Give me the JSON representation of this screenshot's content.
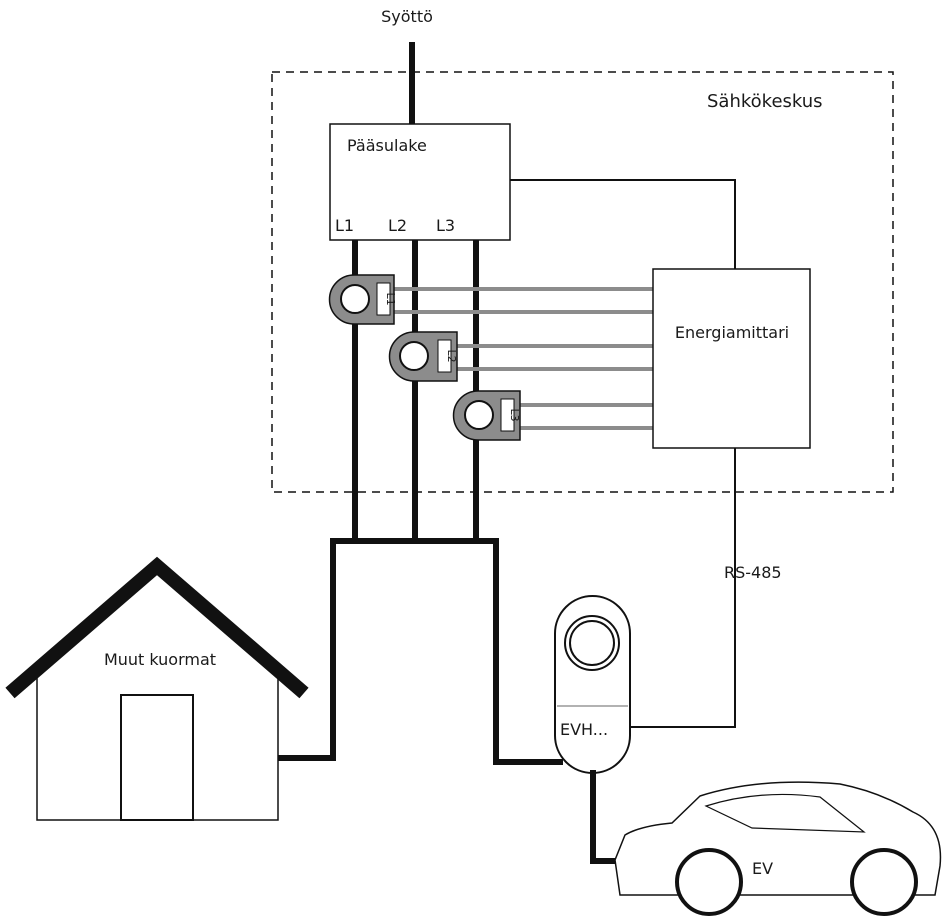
{
  "labels": {
    "supply": "Syöttö",
    "panel": "Sähkökeskus",
    "main_fuse": "Pääsulake",
    "phase_l1": "L1",
    "phase_l2": "L2",
    "phase_l3": "L3",
    "energy_meter": "Energiamittari",
    "rs485": "RS-485",
    "other_loads": "Muut kuormat",
    "charger": "EVH...",
    "ev": "EV",
    "ct_l1": "L1",
    "ct_l2": "L2",
    "ct_l3": "L3"
  },
  "colors": {
    "line": "#111111",
    "sensor_gray": "#8c8c8c"
  }
}
